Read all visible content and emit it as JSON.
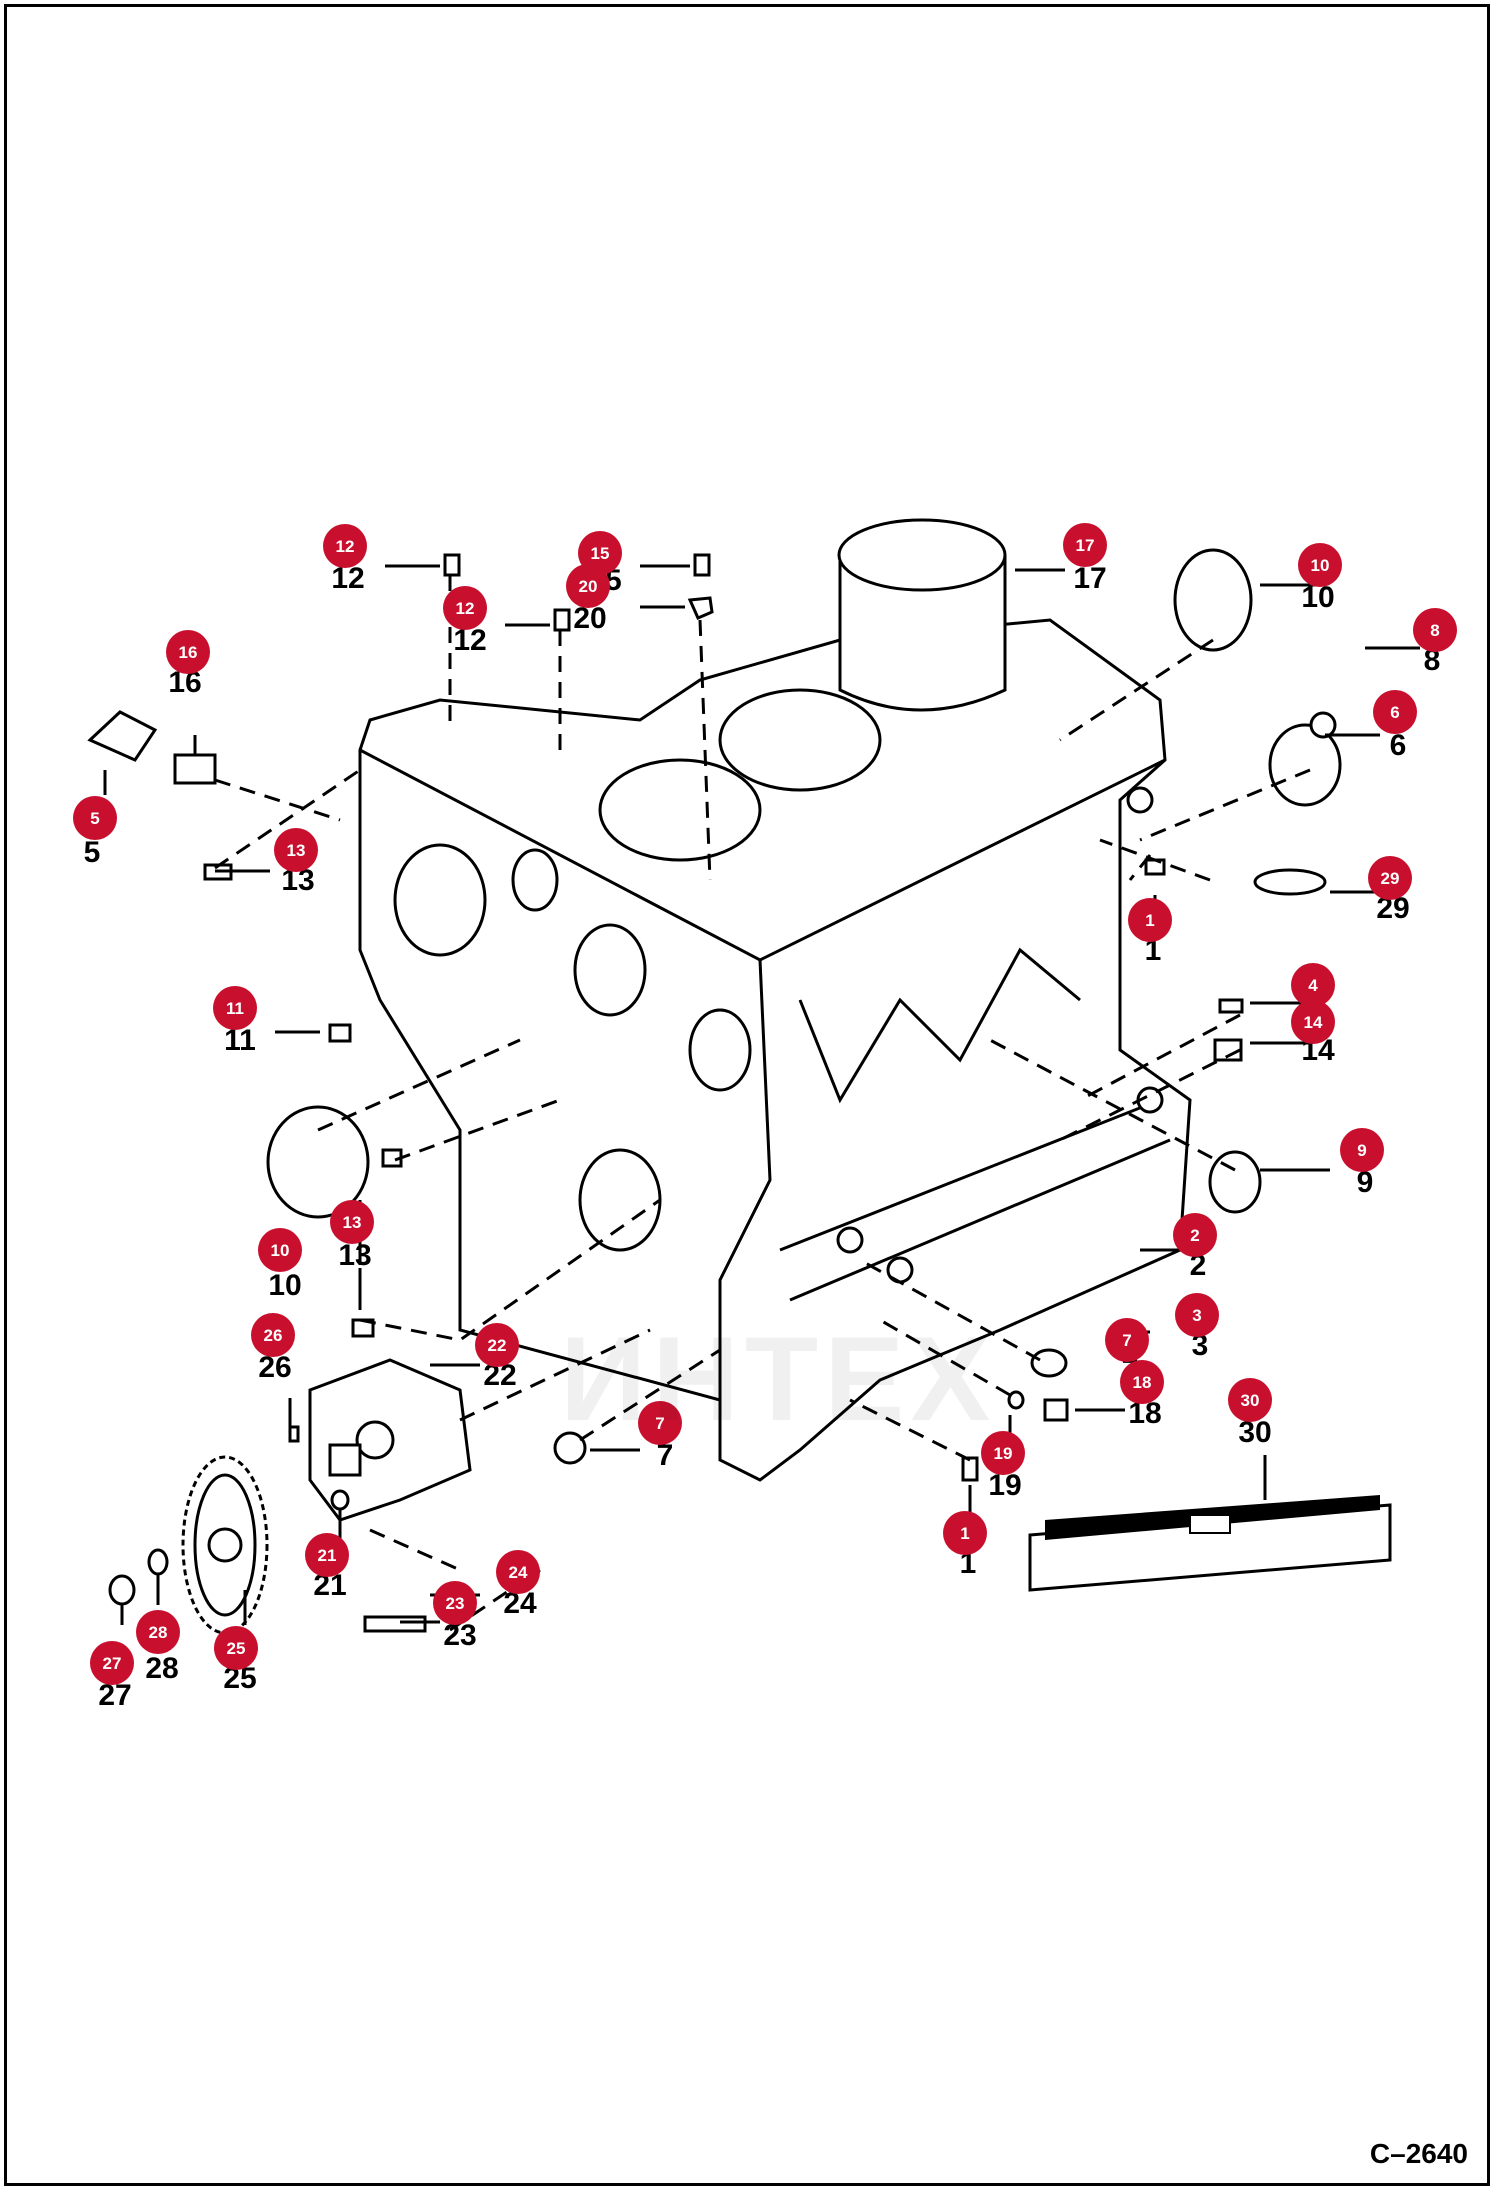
{
  "figure_code": "C–2640",
  "watermark": "ИНТЕХ",
  "colors": {
    "callout": "#c8102e",
    "line": "#000000",
    "watermark": "#e8a0a8"
  },
  "parts": [
    {
      "id": "p1a",
      "label": "1",
      "num": "1"
    },
    {
      "id": "p1b",
      "label": "1",
      "num": "1"
    },
    {
      "id": "p2",
      "label": "2",
      "num": "2"
    },
    {
      "id": "p3",
      "label": "3",
      "num": "3"
    },
    {
      "id": "p4",
      "label": "4",
      "num": "4"
    },
    {
      "id": "p5",
      "label": "5",
      "num": "5"
    },
    {
      "id": "p6",
      "label": "6",
      "num": "6"
    },
    {
      "id": "p7a",
      "label": "7",
      "num": "7"
    },
    {
      "id": "p7b",
      "label": "7",
      "num": "7"
    },
    {
      "id": "p8",
      "label": "8",
      "num": "8"
    },
    {
      "id": "p9",
      "label": "9",
      "num": "9"
    },
    {
      "id": "p10a",
      "label": "10",
      "num": "10"
    },
    {
      "id": "p10b",
      "label": "10",
      "num": "10"
    },
    {
      "id": "p11",
      "label": "11",
      "num": "11"
    },
    {
      "id": "p12a",
      "label": "12",
      "num": "12"
    },
    {
      "id": "p12b",
      "label": "12",
      "num": "12"
    },
    {
      "id": "p13a",
      "label": "13",
      "num": "13"
    },
    {
      "id": "p13b",
      "label": "13",
      "num": "13"
    },
    {
      "id": "p14",
      "label": "14",
      "num": "14"
    },
    {
      "id": "p15",
      "label": "15",
      "num": "15"
    },
    {
      "id": "p16",
      "label": "16",
      "num": "16"
    },
    {
      "id": "p17",
      "label": "17",
      "num": "17"
    },
    {
      "id": "p18",
      "label": "18",
      "num": "18"
    },
    {
      "id": "p19",
      "label": "19",
      "num": "19"
    },
    {
      "id": "p20",
      "label": "20",
      "num": "20"
    },
    {
      "id": "p21",
      "label": "21",
      "num": "21"
    },
    {
      "id": "p22",
      "label": "22",
      "num": "22"
    },
    {
      "id": "p23",
      "label": "23",
      "num": "23"
    },
    {
      "id": "p24",
      "label": "24",
      "num": "24"
    },
    {
      "id": "p25",
      "label": "25",
      "num": "25"
    },
    {
      "id": "p26",
      "label": "26",
      "num": "26"
    },
    {
      "id": "p27",
      "label": "27",
      "num": "27"
    },
    {
      "id": "p28",
      "label": "28",
      "num": "28"
    },
    {
      "id": "p29",
      "label": "29",
      "num": "29"
    },
    {
      "id": "p30",
      "label": "30",
      "num": "30"
    }
  ]
}
